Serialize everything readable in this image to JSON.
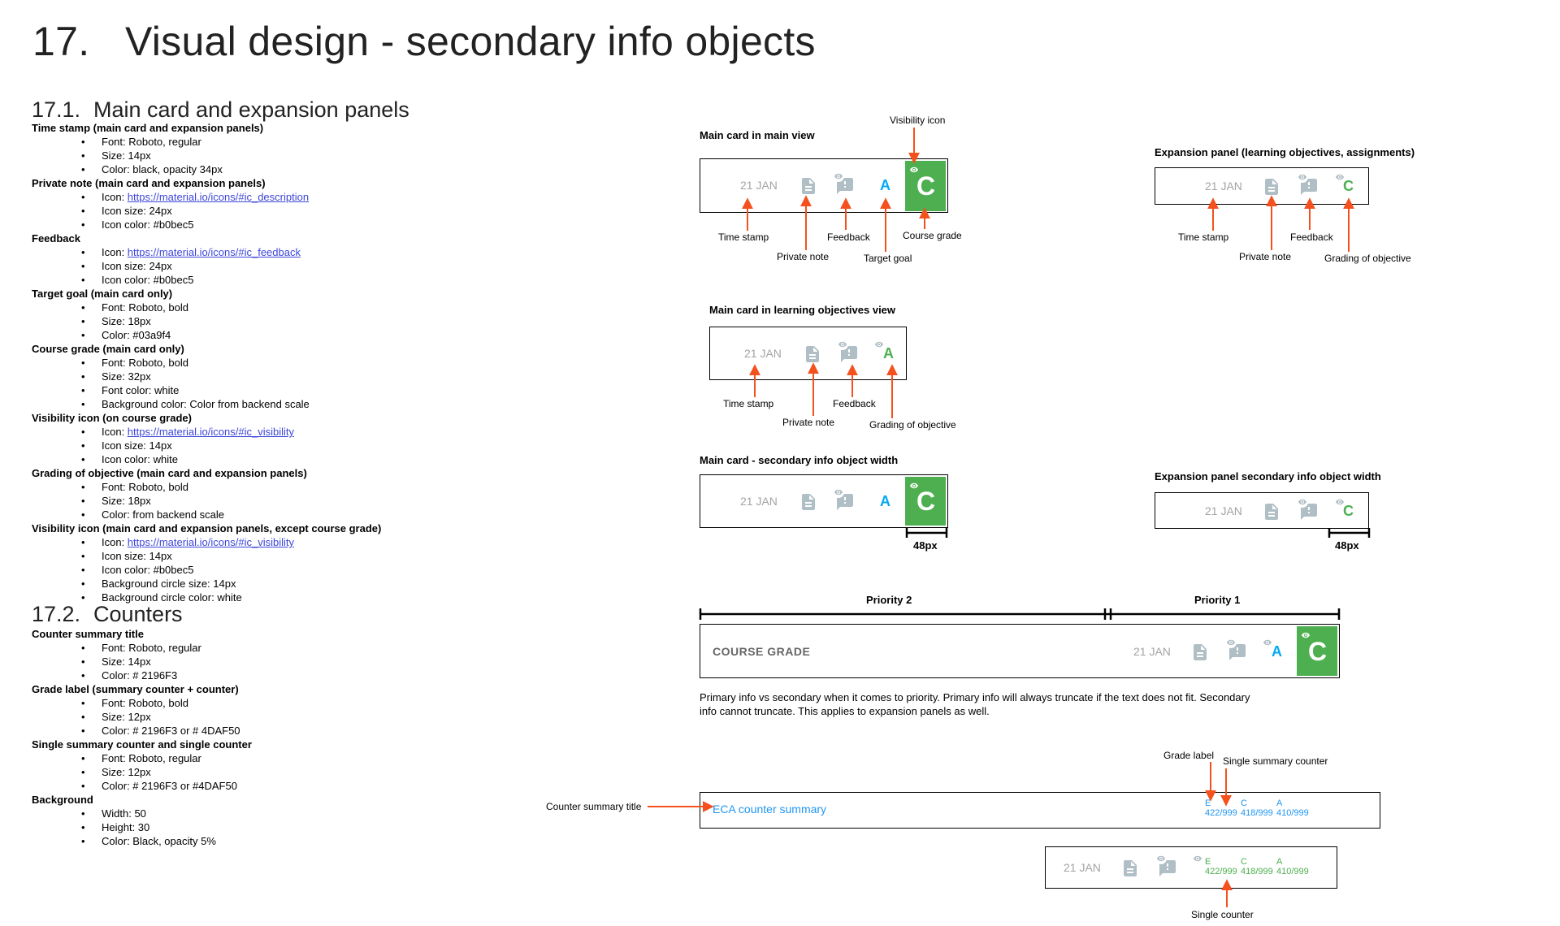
{
  "title": {
    "number": "17.",
    "text": "Visual design - secondary info objects"
  },
  "section1": {
    "number": "17.1.",
    "title": "Main card and expansion panels",
    "specs": [
      {
        "heading": "Time stamp (main card and expansion panels)",
        "items": [
          "Font: Roboto, regular",
          "Size: 14px",
          "Color: black, opacity 34px"
        ]
      },
      {
        "heading": "Private note (main card and expansion panels)",
        "items": [
          "Icon: |https://material.io/icons/#ic_description",
          "Icon size: 24px",
          "Icon color: #b0bec5"
        ]
      },
      {
        "heading": "Feedback",
        "items": [
          "Icon: |https://material.io/icons/#ic_feedback",
          "Icon size: 24px",
          "Icon color: #b0bec5"
        ]
      },
      {
        "heading": "Target goal (main card only)",
        "items": [
          "Font: Roboto, bold",
          "Size: 18px",
          "Color: #03a9f4"
        ]
      },
      {
        "heading": "Course grade (main card only)",
        "items": [
          "Font: Roboto, bold",
          "Size: 32px",
          "Font color: white",
          "Background color: Color from backend scale"
        ]
      },
      {
        "heading": "Visibility icon (on course grade)",
        "items": [
          "Icon: |https://material.io/icons/#ic_visibility",
          "Icon size: 14px",
          "Icon color: white"
        ]
      },
      {
        "heading": "Grading of objective (main card and expansion panels)",
        "items": [
          "Font: Roboto, bold",
          "Size: 18px",
          "Color: from backend scale"
        ]
      },
      {
        "heading": "Visibility icon (main card and expansion panels, except course grade)",
        "items": [
          "Icon: |https://material.io/icons/#ic_visibility",
          "Icon size: 14px",
          "Icon color: #b0bec5",
          "Background circle size: 14px",
          "Background circle color: white"
        ]
      }
    ]
  },
  "section2": {
    "number": "17.2.",
    "title": "Counters",
    "specs": [
      {
        "heading": "Counter summary title",
        "items": [
          "Font: Roboto, regular",
          "Size: 14px",
          "Color: # 2196F3"
        ]
      },
      {
        "heading": "Grade label (summary counter + counter)",
        "items": [
          "Font: Roboto, bold",
          "Size: 12px",
          "Color: # 2196F3 or # 4DAF50"
        ]
      },
      {
        "heading": "Single summary counter and single counter",
        "items": [
          "Font: Roboto, regular",
          "Size: 12px",
          "Color: # 2196F3 or #4DAF50"
        ]
      },
      {
        "heading": "Background",
        "items": [
          "Width: 50",
          "Height: 30",
          "Color: Black, opacity 5%"
        ]
      }
    ]
  },
  "diagrams": {
    "timestamp": "21 JAN",
    "target_goal": "A",
    "course_grade": "C",
    "objective_grade": "A",
    "exp_grade": "C",
    "main_view": {
      "title": "Main card in main view",
      "labels": {
        "visibility": "Visibility icon",
        "timestamp": "Time stamp",
        "private_note": "Private note",
        "feedback": "Feedback",
        "target_goal": "Target goal",
        "course_grade": "Course grade"
      }
    },
    "expansion": {
      "title": "Expansion panel (learning objectives, assignments)",
      "labels": {
        "timestamp": "Time stamp",
        "private_note": "Private note",
        "feedback": "Feedback",
        "grading": "Grading of  objective"
      }
    },
    "lo_view": {
      "title": "Main card in learning objectives view",
      "labels": {
        "timestamp": "Time stamp",
        "private_note": "Private note",
        "feedback": "Feedback",
        "grading": "Grading of  objective"
      }
    },
    "width_main": {
      "title": "Main card - secondary info object width",
      "measure": "48px"
    },
    "width_exp": {
      "title": "Expansion panel secondary info object width",
      "measure": "48px"
    },
    "priority": {
      "p2": "Priority 2",
      "p1": "Priority 1",
      "card_title": "COURSE GRADE",
      "note_line1": "Primary info vs secondary when it comes to priority. Primary info will always truncate if the text does not fit. Secondary",
      "note_line2": "info cannot truncate. This applies to expansion panels as well."
    },
    "counters": {
      "grade_label": "Grade label",
      "single_summary": "Single summary counter",
      "summary_title_label": "Counter summary title",
      "summary_title": "ECA counter summary",
      "single_counter": "Single counter",
      "items": [
        {
          "grade": "E",
          "value": "422/999"
        },
        {
          "grade": "C",
          "value": "418/999"
        },
        {
          "grade": "A",
          "value": "410/999"
        }
      ]
    }
  },
  "colors": {
    "accent_orange": "#f4511e",
    "blue": "#2196f3",
    "green": "#4daf50",
    "icon_grey": "#b0bec5"
  }
}
